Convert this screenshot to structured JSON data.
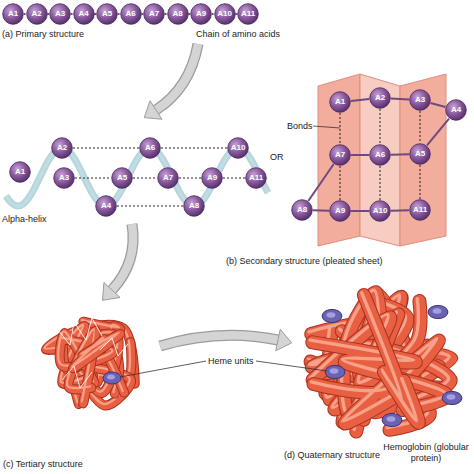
{
  "diagram": {
    "nodes": [
      {
        "text": [
          "A1"
        ]
      },
      {
        "text": [
          "A2"
        ]
      },
      {
        "text": [
          "A3"
        ]
      },
      {
        "text": [
          "A4"
        ]
      },
      {
        "text": [
          "A5"
        ]
      },
      {
        "text": [
          "A6"
        ]
      },
      {
        "text": [
          "A7"
        ]
      },
      {
        "text": [
          "A8"
        ]
      },
      {
        "text": [
          "A9"
        ]
      },
      {
        "text": [
          "A10"
        ]
      },
      {
        "text": [
          "A11"
        ]
      },
      {
        "text": [
          "A1"
        ]
      },
      {
        "text": [
          "A2"
        ]
      },
      {
        "text": [
          "A3"
        ]
      },
      {
        "text": [
          "A4"
        ]
      },
      {
        "text": [
          "A5"
        ]
      },
      {
        "text": [
          "A6"
        ]
      },
      {
        "text": [
          "A7"
        ]
      },
      {
        "text": [
          "A8"
        ]
      },
      {
        "text": [
          "A9"
        ]
      },
      {
        "text": [
          "A10"
        ]
      },
      {
        "text": [
          "A11"
        ]
      },
      {
        "text": [
          "A1"
        ]
      },
      {
        "text": [
          "A2"
        ]
      },
      {
        "text": [
          "A3"
        ]
      },
      {
        "text": [
          "A4"
        ]
      },
      {
        "text": [
          "A5"
        ]
      },
      {
        "text": [
          "A6"
        ]
      },
      {
        "text": [
          "A7"
        ]
      },
      {
        "text": [
          "A8"
        ]
      },
      {
        "text": [
          "A9"
        ]
      },
      {
        "text": [
          "A10"
        ]
      },
      {
        "text": [
          "A11"
        ]
      }
    ],
    "edges": [
      {
        "from": 0,
        "to": 1,
        "arrow": "none"
      },
      {
        "from": 1,
        "to": 2,
        "arrow": "none"
      },
      {
        "from": 2,
        "to": 3,
        "arrow": "none"
      },
      {
        "from": 3,
        "to": 4,
        "arrow": "none"
      },
      {
        "from": 4,
        "to": 5,
        "arrow": "none"
      },
      {
        "from": 5,
        "to": 6,
        "arrow": "none"
      },
      {
        "from": 6,
        "to": 7,
        "arrow": "none"
      },
      {
        "from": 7,
        "to": 8,
        "arrow": "none"
      },
      {
        "from": 8,
        "to": 9,
        "arrow": "none"
      },
      {
        "from": 9,
        "to": 10,
        "arrow": "none"
      },
      {
        "from": 12,
        "to": 16,
        "arrow": "none"
      },
      {
        "from": 16,
        "to": 20,
        "arrow": "none"
      },
      {
        "from": 13,
        "to": 15,
        "arrow": "none"
      },
      {
        "from": 15,
        "to": 17,
        "arrow": "none"
      },
      {
        "from": 17,
        "to": 19,
        "arrow": "none"
      },
      {
        "from": 19,
        "to": 21,
        "arrow": "none"
      },
      {
        "from": 14,
        "to": 18,
        "arrow": "none"
      },
      {
        "from": 22,
        "to": 23,
        "arrow": "none"
      },
      {
        "from": 23,
        "to": 24,
        "arrow": "none"
      },
      {
        "from": 24,
        "to": 25,
        "arrow": "none"
      },
      {
        "from": 25,
        "to": 26,
        "arrow": "none"
      },
      {
        "from": 26,
        "to": 27,
        "arrow": "none"
      },
      {
        "from": 27,
        "to": 28,
        "arrow": "none"
      },
      {
        "from": 28,
        "to": 29,
        "arrow": "none"
      },
      {
        "from": 29,
        "to": 30,
        "arrow": "none"
      },
      {
        "from": 30,
        "to": 31,
        "arrow": "none"
      },
      {
        "from": 31,
        "to": 32,
        "arrow": "none"
      },
      {
        "from": 22,
        "to": 28,
        "arrow": "none"
      },
      {
        "from": 23,
        "to": 27,
        "arrow": "none"
      },
      {
        "from": 24,
        "to": 26,
        "arrow": "none"
      },
      {
        "from": 28,
        "to": 30,
        "arrow": "none"
      },
      {
        "from": 27,
        "to": 31,
        "arrow": "none"
      },
      {
        "from": 26,
        "to": 32,
        "arrow": "none"
      }
    ],
    "labels": [
      "(a) Primary structure",
      "Chain of amino acids",
      "Alpha-helix",
      "OR",
      "Bonds",
      "(b) Secondary structure (pleated sheet)",
      "(c) Tertiary structure",
      "Heme units",
      "(d) Quaternary structure",
      "Hemoglobin (globular protein)"
    ]
  }
}
